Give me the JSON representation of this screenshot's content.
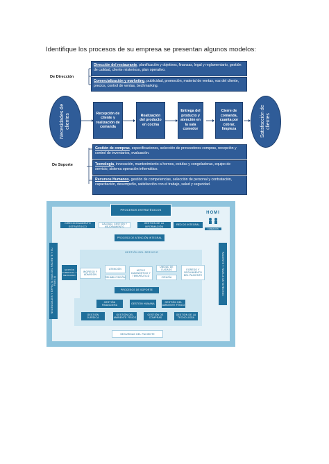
{
  "intro_text": "Identifique los procesos de su empresa se presentan algunos modelos:",
  "fig1": {
    "label_direccion": "De Dirección",
    "label_soporte": "De Soporte",
    "left_ellipse": "Necesidades de clientes",
    "right_ellipse": "Satisfacción de clientes",
    "direccion_boxes": [
      {
        "title": "Dirección del restaurante",
        "text": ", planificación y objetivos, finanzas, legal y reglamentario, gestión de calidad, cliente misterioso, plan operativo."
      },
      {
        "title": "Comercialización y marketing",
        "text": ", publicidad, promoción, material de ventas, voz del cliente, precios, control de ventas, bechmarking."
      }
    ],
    "core_boxes": [
      "Recepción de cliente y realización de comanda",
      "Realización del producto en cocina",
      "Entrega del producto y atención en la sala comedor",
      "Cierre de comanda, cuanta por cobrar, limpieza"
    ],
    "soporte_boxes": [
      {
        "title": "Gestión de compras",
        "text": ", especificaciones, selección de proveedores compras, recepción y control de inventarios, evaluación."
      },
      {
        "title": "Tecnología",
        "text": ", innovación, mantenimiento a hornos, estufas y congeladoras, equipo de servicio, sistema operación informático."
      },
      {
        "title": "Recursos Humanos",
        "text": ", gestión de competencias, selección de personal y contratación, capacitación, desempeño, satisfacción con el trabajo, salud y seguridad."
      }
    ]
  },
  "fig2": {
    "estrategicos_title": "PROCESOS ESTRATÉGICOS",
    "logo": "HOMI",
    "logo_sub": "FUNDACIÓN",
    "estrategicos": [
      "DIRECCIONAMIENTO ESTRATÉGICO",
      "CALIDAD, GESTIÓN Y MEJORAMIENTO",
      "GESTIÓN DE LA INFORMACIÓN",
      "RED DE INTEGRAL"
    ],
    "left_bar": "NECESIDADES Y EXPECTATIVAS DEL PACIENTE Y SU FAMILIA",
    "right_bar": "PACIENTE Y FAMILIA SATISFECHOS",
    "atencion_integral": "PROCESO DE ATENCIÓN INTEGRAL",
    "gestion_servicio": "GESTIÓN DEL SERVICIO",
    "gestion_comercial": "GESTIÓN COMERCIAL Y MERCADEO",
    "servicios": [
      "INGRESO Y ADMISIÓN",
      "ATENCIÓN",
      "APOYO DIAGNÓSTICO Y TERAPÉUTICO",
      "UNIDAD DE CUIDADO",
      "EGRESO Y SEGUIMIENTO DEL PACIENTE"
    ],
    "servicios_sub": [
      "",
      "REHABILITACIÓN",
      "",
      "CIRUGÍA",
      ""
    ],
    "procesos_soporte": "PROCESOS DE SOPORTE",
    "soporte_row1": [
      "GESTIÓN FINANCIERA",
      "GESTIÓN HUMANA",
      "GESTIÓN DEL AMBIENTE FÍSICO"
    ],
    "soporte_row2": [
      "GESTIÓN JURÍDICA",
      "GESTIÓN DEL AMBIENTE FÍSICO",
      "GESTIÓN DE COMPRAS",
      "GESTIÓN DE LA TECNOLOGÍA"
    ],
    "seguridad": "SEGURIDAD DEL PACIENTE"
  }
}
